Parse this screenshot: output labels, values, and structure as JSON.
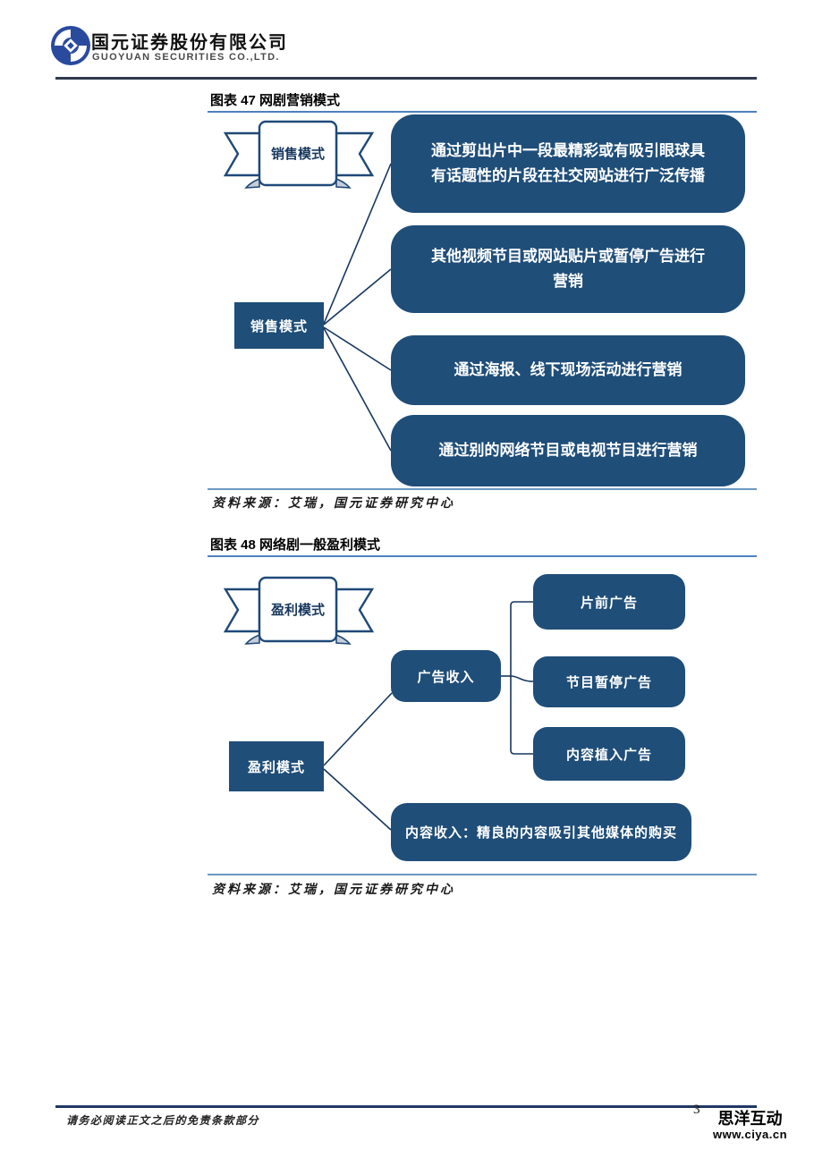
{
  "header": {
    "company_cn": "国元证券股份有限公司",
    "company_en": "GUOYUAN SECURITIES CO.,LTD.",
    "logo_icon": "guoyuan-swirl-logo"
  },
  "figure47": {
    "title": "图表 47 网剧营销模式",
    "ribbon_label": "销售模式",
    "root_label": "销售模式",
    "branches": [
      "通过剪出片中一段最精彩或有吸引眼球具有话题性的片段在社交网站进行广泛传播",
      "其他视频节目或网站贴片或暂停广告进行营销",
      "通过海报、线下现场活动进行营销",
      "通过别的网络节目或电视节目进行营销"
    ],
    "source": "资料来源：艾瑞，国元证券研究中心"
  },
  "figure48": {
    "title": "图表 48 网络剧一般盈利模式",
    "ribbon_label": "盈利模式",
    "root_label": "盈利模式",
    "ad_income_label": "广告收入",
    "ad_types": [
      "片前广告",
      "节目暂停广告",
      "内容植入广告"
    ],
    "content_income": "内容收入：精良的内容吸引其他媒体的购买",
    "source": "资料来源：艾瑞，国元证券研究中心"
  },
  "footer": {
    "disclaimer": "请务必阅读正文之后的免责条款部分",
    "page_number": "3"
  },
  "watermark": {
    "name": "思洋互动",
    "url": "www.ciya.cn"
  },
  "colors": {
    "box_fill": "#1F4E79",
    "connector": "#17375E",
    "title_rule": "#4E81BD",
    "footer_rule": "#1F3864",
    "logo_blue": "#2A4A9E"
  }
}
